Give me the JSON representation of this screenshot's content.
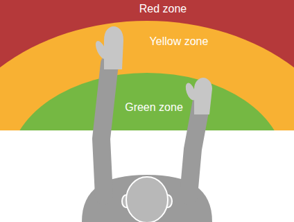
{
  "diagram": {
    "nodes": [
      {
        "text": [
          "Red zone"
        ]
      },
      {
        "text": [
          "Yellow zone"
        ],
        "in": 0
      },
      {
        "text": [
          "Green zone"
        ],
        "in": 1
      }
    ]
  }
}
